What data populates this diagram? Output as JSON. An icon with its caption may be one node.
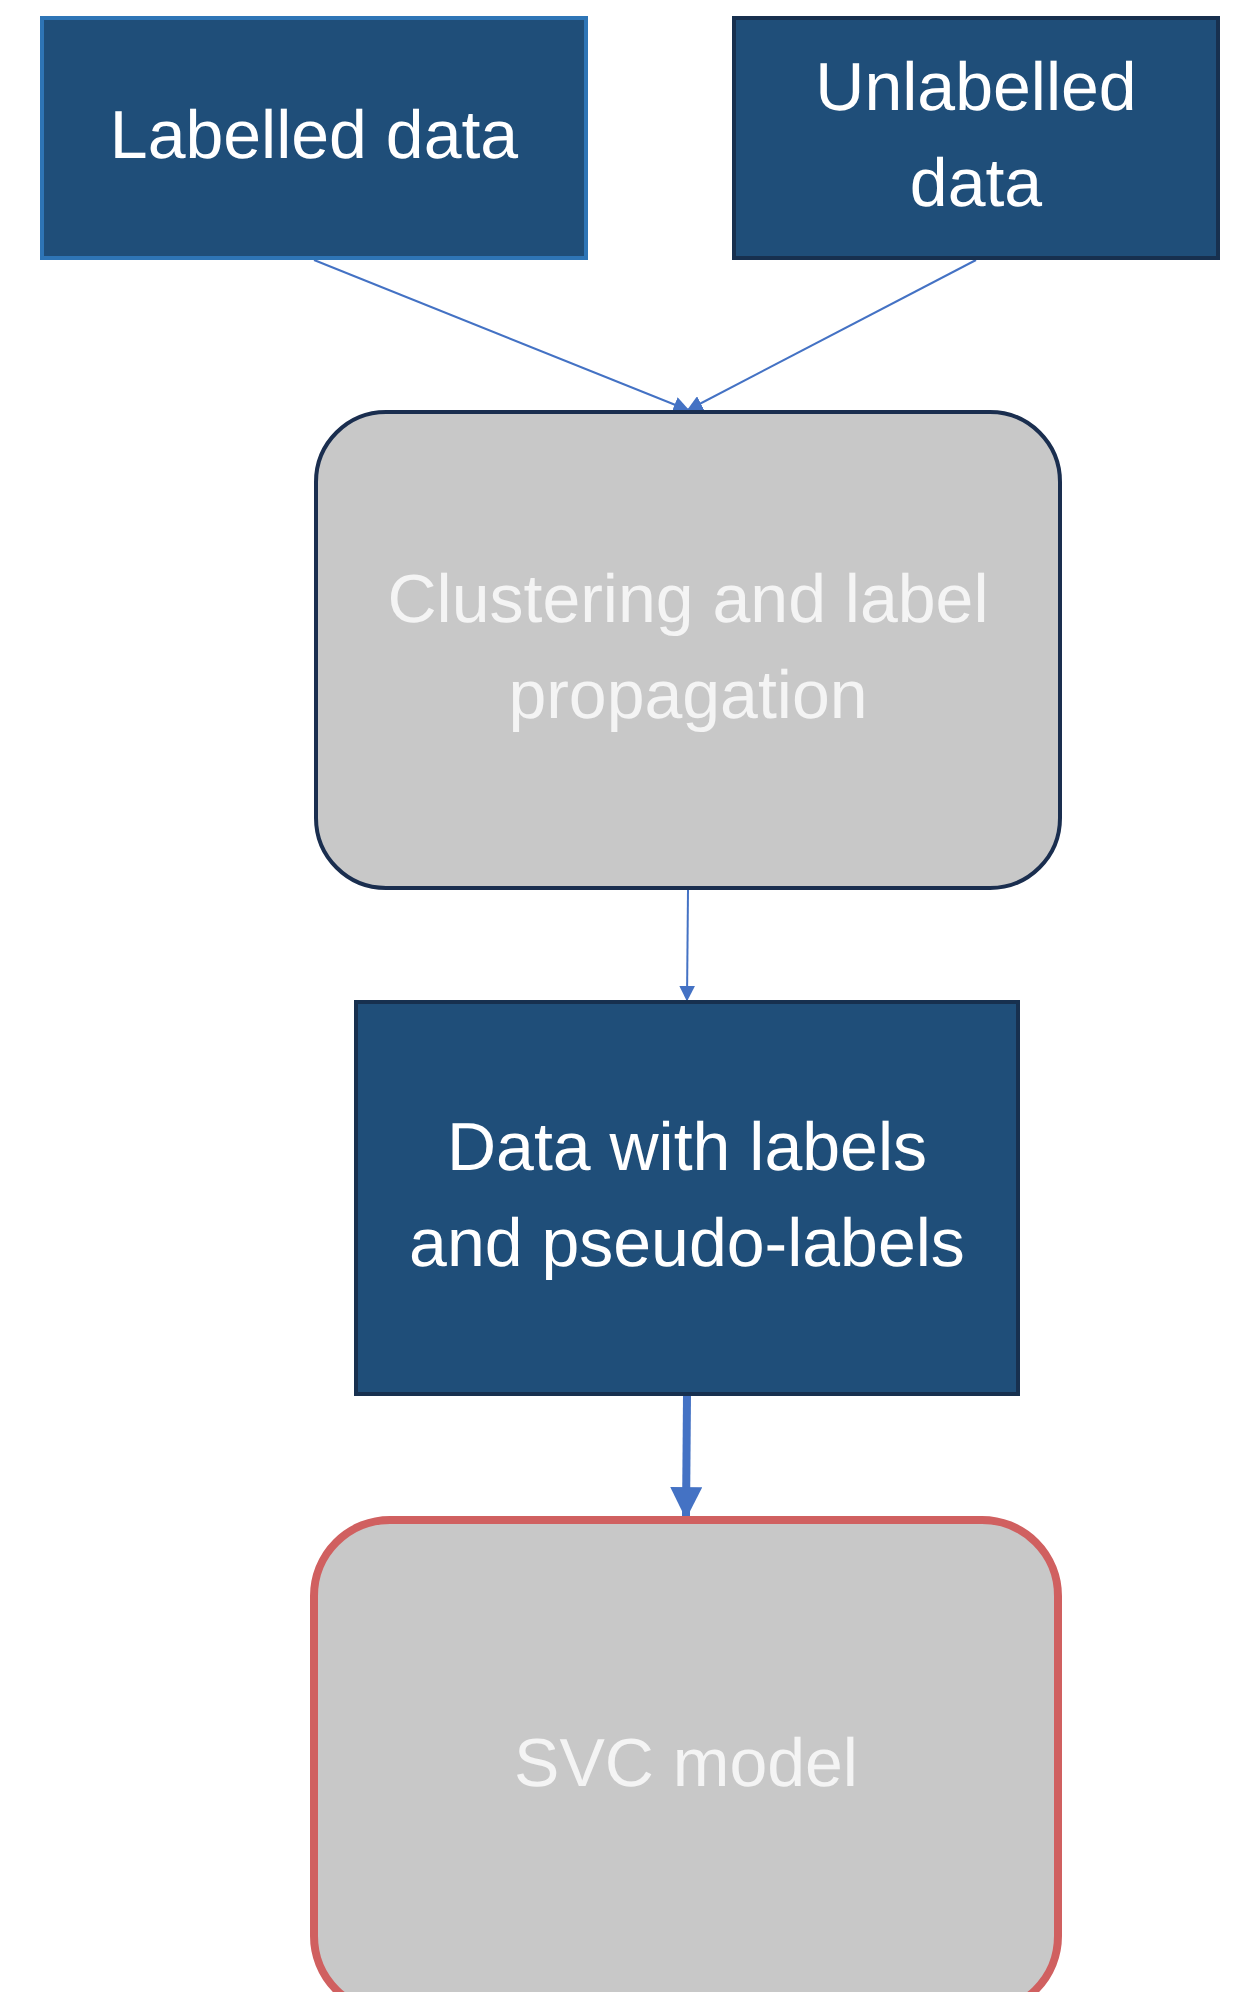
{
  "diagram": {
    "nodes": [
      {
        "text": [
          "Labelled data"
        ]
      },
      {
        "text": [
          "Unlabelled data"
        ]
      },
      {
        "text": [
          "Clustering and label propagation"
        ]
      },
      {
        "text": [
          "Data with labels and pseudo-labels"
        ]
      },
      {
        "text": [
          "SVC model"
        ]
      }
    ],
    "edges": [
      {
        "from": 0,
        "to": 2,
        "arrow": "to"
      },
      {
        "from": 1,
        "to": 2,
        "arrow": "to"
      },
      {
        "from": 2,
        "to": 3,
        "arrow": "to"
      },
      {
        "from": 3,
        "to": 4,
        "arrow": "to",
        "style": "thick"
      }
    ]
  }
}
